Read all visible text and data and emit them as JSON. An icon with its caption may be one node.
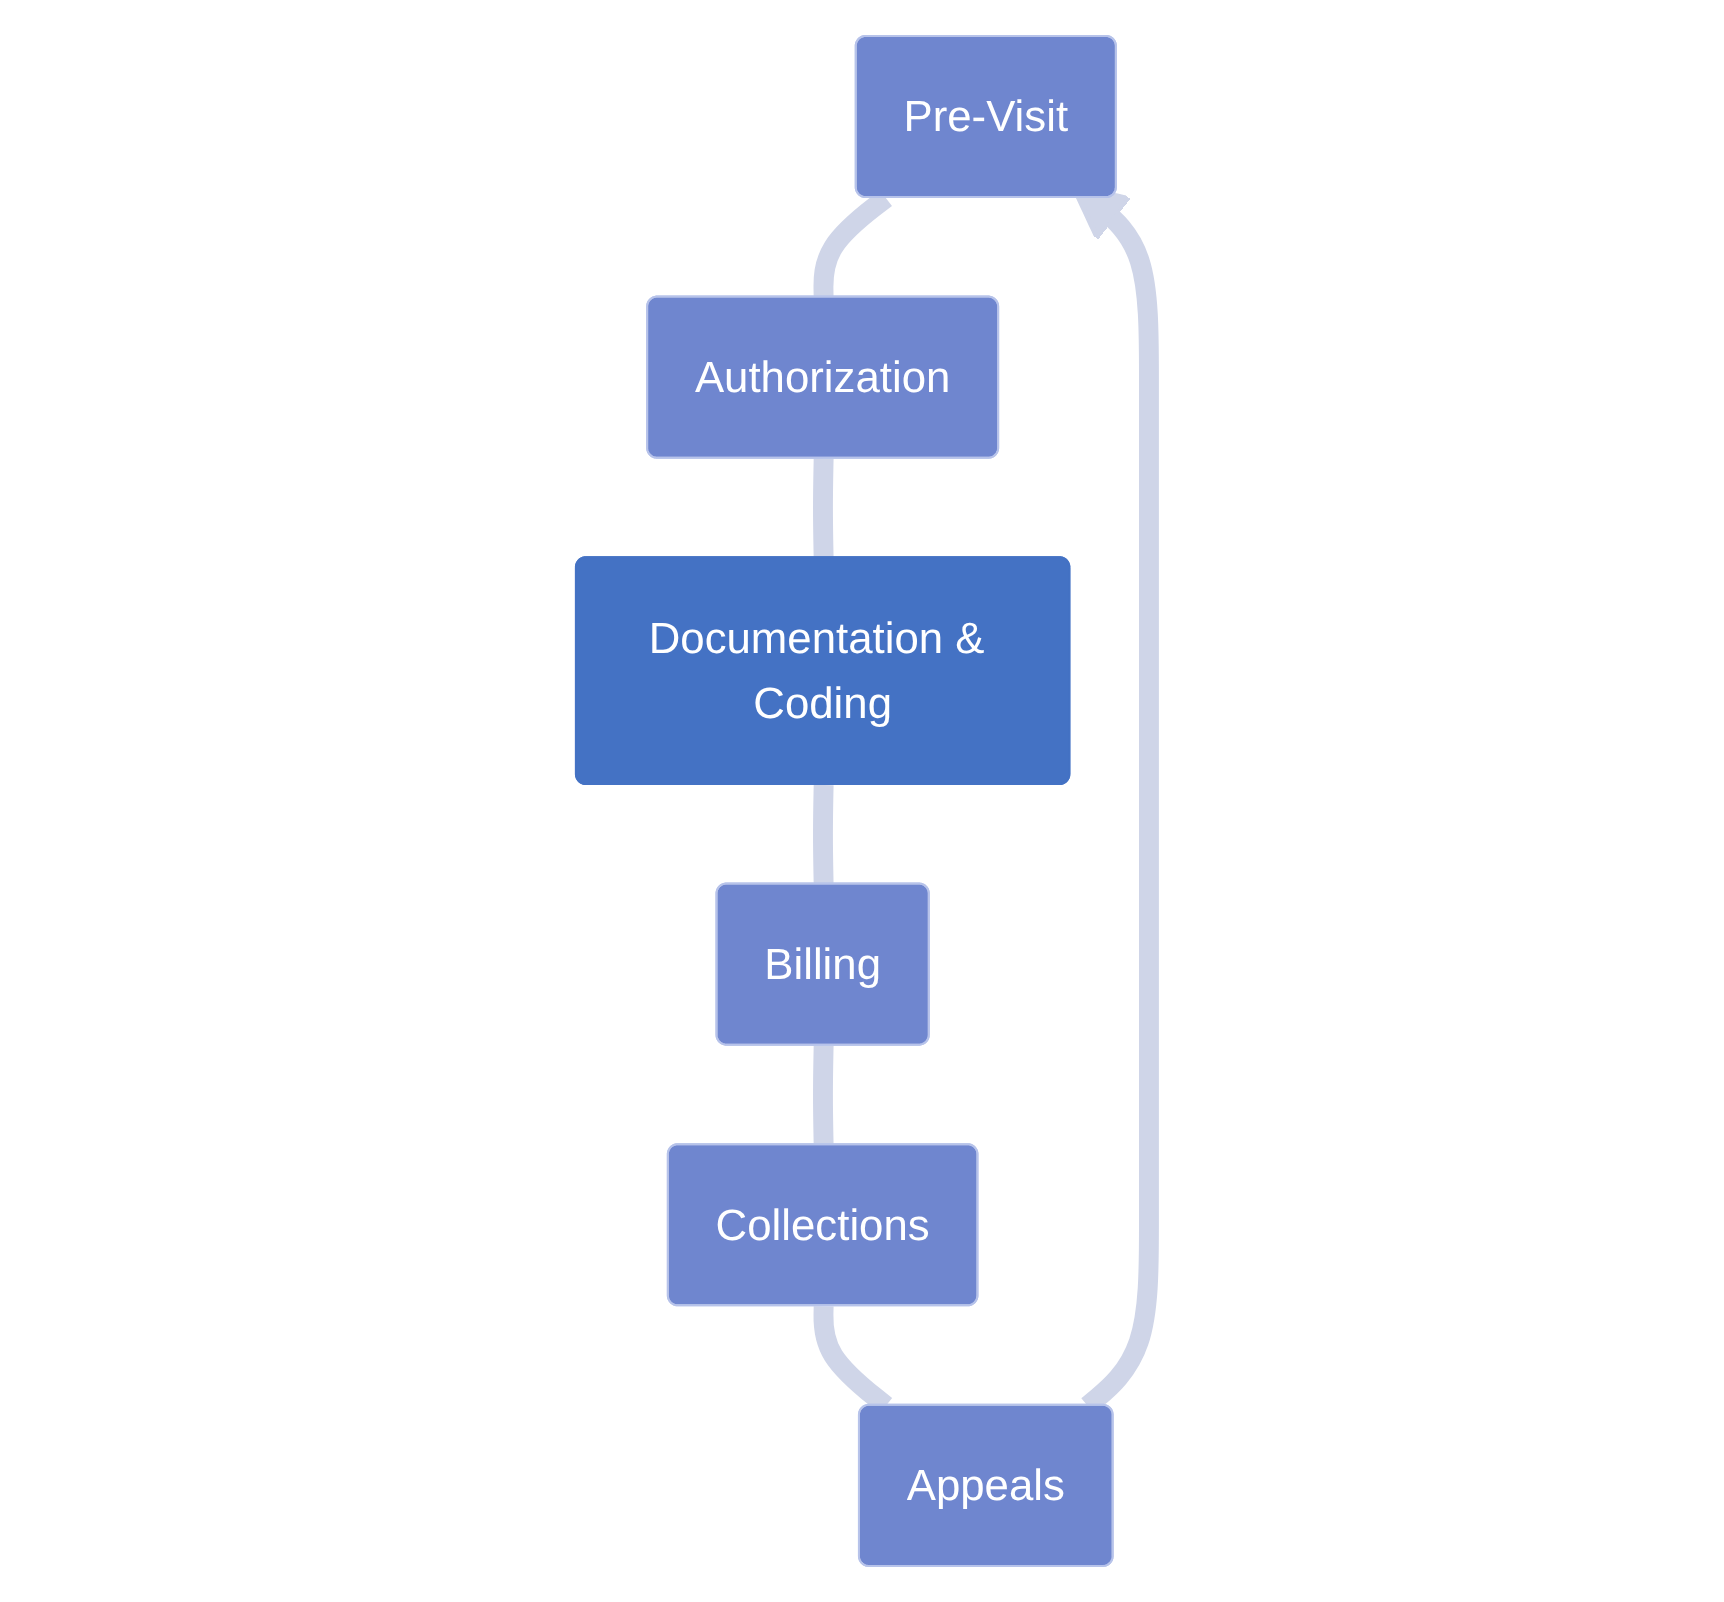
{
  "diagram": {
    "nodes": [
      {
        "text": [
          "Pre-Visit"
        ]
      },
      {
        "text": [
          "Authorization"
        ]
      },
      {
        "text": [
          "Documentation & Coding"
        ]
      },
      {
        "text": [
          "Billing"
        ]
      },
      {
        "text": [
          "Collections"
        ]
      },
      {
        "text": [
          "Appeals"
        ]
      }
    ],
    "edges": [
      {
        "from": 0,
        "to": 1,
        "arrow": "none"
      },
      {
        "from": 1,
        "to": 2,
        "arrow": "none"
      },
      {
        "from": 2,
        "to": 3,
        "arrow": "none"
      },
      {
        "from": 3,
        "to": 4,
        "arrow": "none"
      },
      {
        "from": 4,
        "to": 5,
        "arrow": "none"
      },
      {
        "from": 5,
        "to": 0,
        "arrow": "to"
      }
    ]
  }
}
